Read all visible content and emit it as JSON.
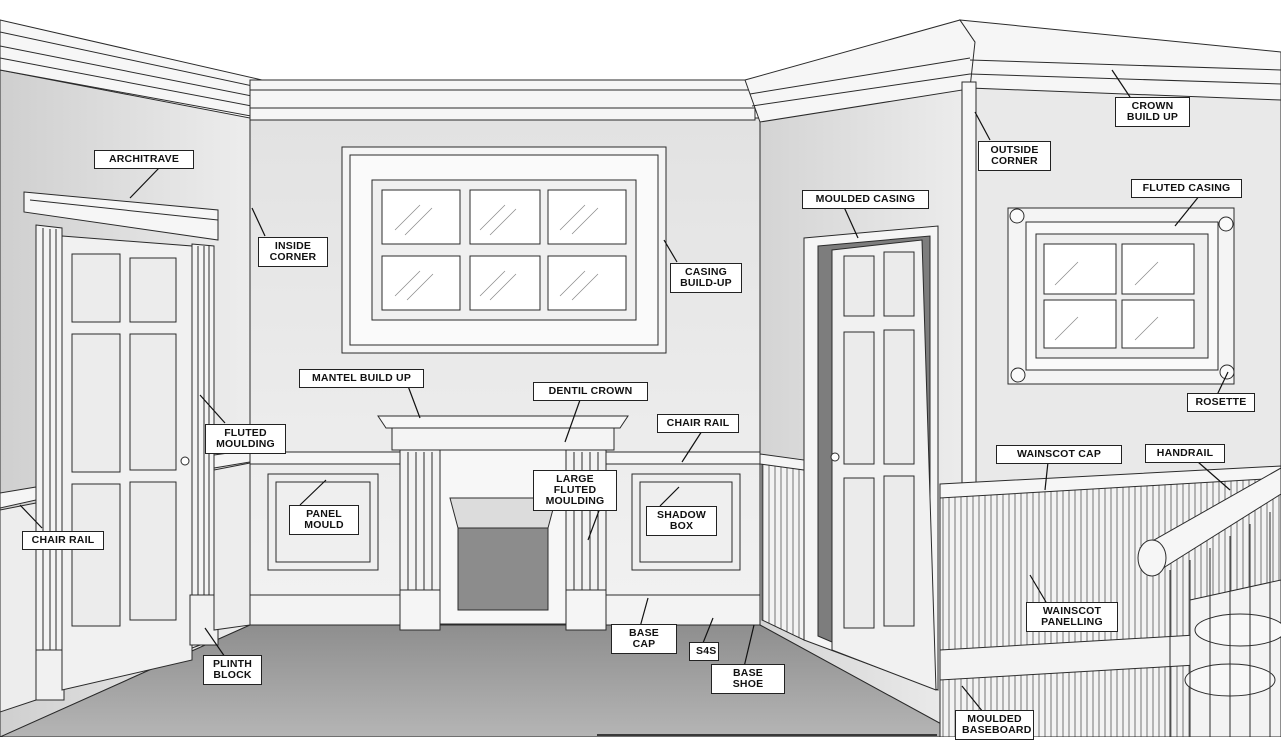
{
  "colors": {
    "line": "#2b2b2b",
    "wall_left": "#d9d9d9",
    "wall_back": "#e6e6e6",
    "wall_right": "#dfdfdf",
    "floor": "#9a9a9a",
    "trim": "#f4f4f4",
    "label_bg": "#ffffff"
  },
  "labels": {
    "architrave": "ARCHITRAVE",
    "inside_corner": "INSIDE\nCORNER",
    "casing_build_up": "CASING\nBUILD-UP",
    "outside_corner": "OUTSIDE\nCORNER",
    "crown_build_up": "CROWN\nBUILD UP",
    "moulded_casing": "MOULDED CASING",
    "fluted_casing": "FLUTED CASING",
    "mantel_build_up": "MANTEL BUILD UP",
    "dentil_crown": "DENTIL CROWN",
    "chair_rail_center": "CHAIR RAIL",
    "fluted_moulding": "FLUTED\nMOULDING",
    "large_fluted_moulding": "LARGE\nFLUTED\nMOULDING",
    "panel_mould": "PANEL\nMOULD",
    "shadow_box": "SHADOW\nBOX",
    "chair_rail_left": "CHAIR RAIL",
    "rosette": "ROSETTE",
    "wainscot_cap": "WAINSCOT CAP",
    "handrail": "HANDRAIL",
    "wainscot_panelling": "WAINSCOT\nPANELLING",
    "base_cap": "BASE CAP",
    "s4s": "S4S",
    "base_shoe": "BASE SHOE",
    "plinth_block": "PLINTH\nBLOCK",
    "moulded_baseboard": "MOULDED\nBASEBOARD"
  }
}
